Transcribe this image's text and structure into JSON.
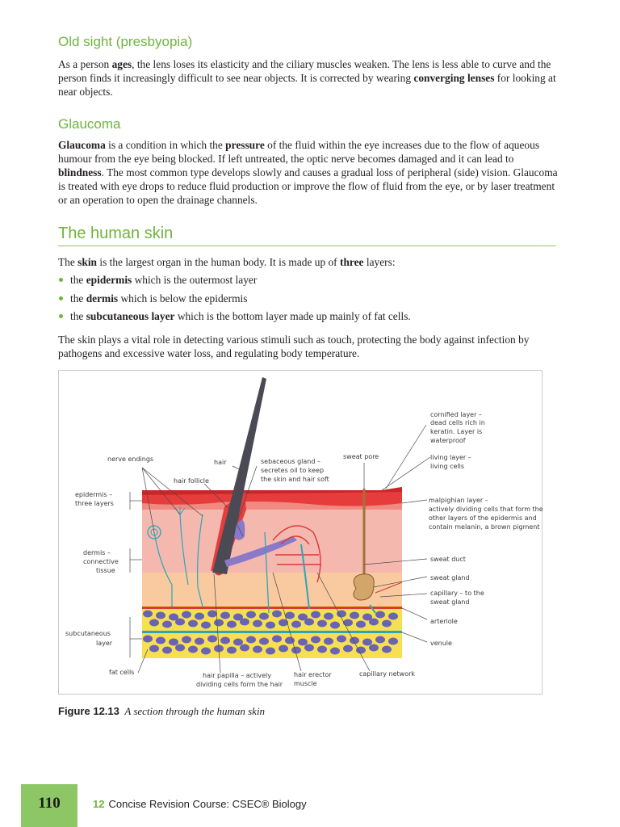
{
  "section_presbyopia": {
    "heading": "Old sight (presbyopia)",
    "p1_a": "As a person ",
    "p1_b": "ages",
    "p1_c": ", the lens loses its elasticity and the ciliary muscles weaken. The lens is less able to curve and the person finds it increasingly difficult to see near objects. It is corrected by wearing ",
    "p1_d": "converging lenses",
    "p1_e": " for looking at near objects."
  },
  "section_glaucoma": {
    "heading": "Glaucoma",
    "p_a": "Glaucoma",
    "p_b": " is a condition in which the ",
    "p_c": "pressure",
    "p_d": " of the fluid within the eye increases due to the flow of aqueous humour from the eye being blocked. If left untreated, the optic nerve becomes damaged and it can lead to ",
    "p_e": "blindness",
    "p_f": ". The most common type develops slowly and causes a gradual loss of peripheral (side) vision. Glaucoma is treated with eye drops to reduce fluid production or improve the flow of fluid from the eye, or by laser treatment or an operation to open the drainage channels."
  },
  "section_skin": {
    "heading": "The human skin",
    "intro_a": "The ",
    "intro_b": "skin",
    "intro_c": " is the largest organ in the human body. It is made up of ",
    "intro_d": "three",
    "intro_e": " layers:",
    "bullets": [
      {
        "pre": "the ",
        "bold": "epidermis",
        "post": " which is the outermost layer"
      },
      {
        "pre": "the ",
        "bold": "dermis",
        "post": " which is below the epidermis"
      },
      {
        "pre": "the ",
        "bold": "subcutaneous layer",
        "post": " which is the bottom layer made up mainly of fat cells."
      }
    ],
    "para2": "The skin plays a vital role in detecting various stimuli such as touch, protecting the body against infection by pathogens and excessive water loss, and regulating body temperature."
  },
  "figure": {
    "labels": {
      "cornified_1": "cornified layer –",
      "cornified_2": "dead cells rich in",
      "cornified_3": "keratin. Layer is",
      "cornified_4": "waterproof",
      "nerve_endings": "nerve endings",
      "hair": "hair",
      "sebaceous_1": "sebaceous gland –",
      "sebaceous_2": "secretes oil to keep",
      "sebaceous_3": "the skin and hair soft",
      "sweat_pore": "sweat pore",
      "living_1": "living layer –",
      "living_2": "living cells",
      "hair_follicle": "hair follicle",
      "epidermis_1": "epidermis –",
      "epidermis_2": "three layers",
      "malpighian_1": "malpighian layer –",
      "malpighian_2": "actively dividing cells that form the",
      "malpighian_3": "other layers of the epidermis and",
      "malpighian_4": "contain melanin, a brown pigment",
      "dermis_1": "dermis –",
      "dermis_2": "connective",
      "dermis_3": "tissue",
      "sweat_duct": "sweat duct",
      "sweat_gland": "sweat gland",
      "capillary_1": "capillary – to the",
      "capillary_2": "sweat gland",
      "arteriole": "arteriole",
      "subcut_1": "subcutaneous",
      "subcut_2": "layer",
      "venule": "venule",
      "fat_cells": "fat cells",
      "papilla_1": "hair papilla – actively",
      "papilla_2": "dividing cells form the hair",
      "erector_1": "hair erector",
      "erector_2": "muscle",
      "capillary_network": "capillary network"
    },
    "caption_number": "Figure 12.13",
    "caption_text": "A section through the human skin"
  },
  "footer": {
    "page_number": "110",
    "chapter": "12",
    "title": "Concise Revision Course: CSEC® Biology"
  },
  "colors": {
    "accent": "#6fb43f",
    "epidermis": "#e63c3c",
    "dermis": "#f5b8ae",
    "fat": "#f7df52",
    "fat_cells": "#6a63b3"
  }
}
